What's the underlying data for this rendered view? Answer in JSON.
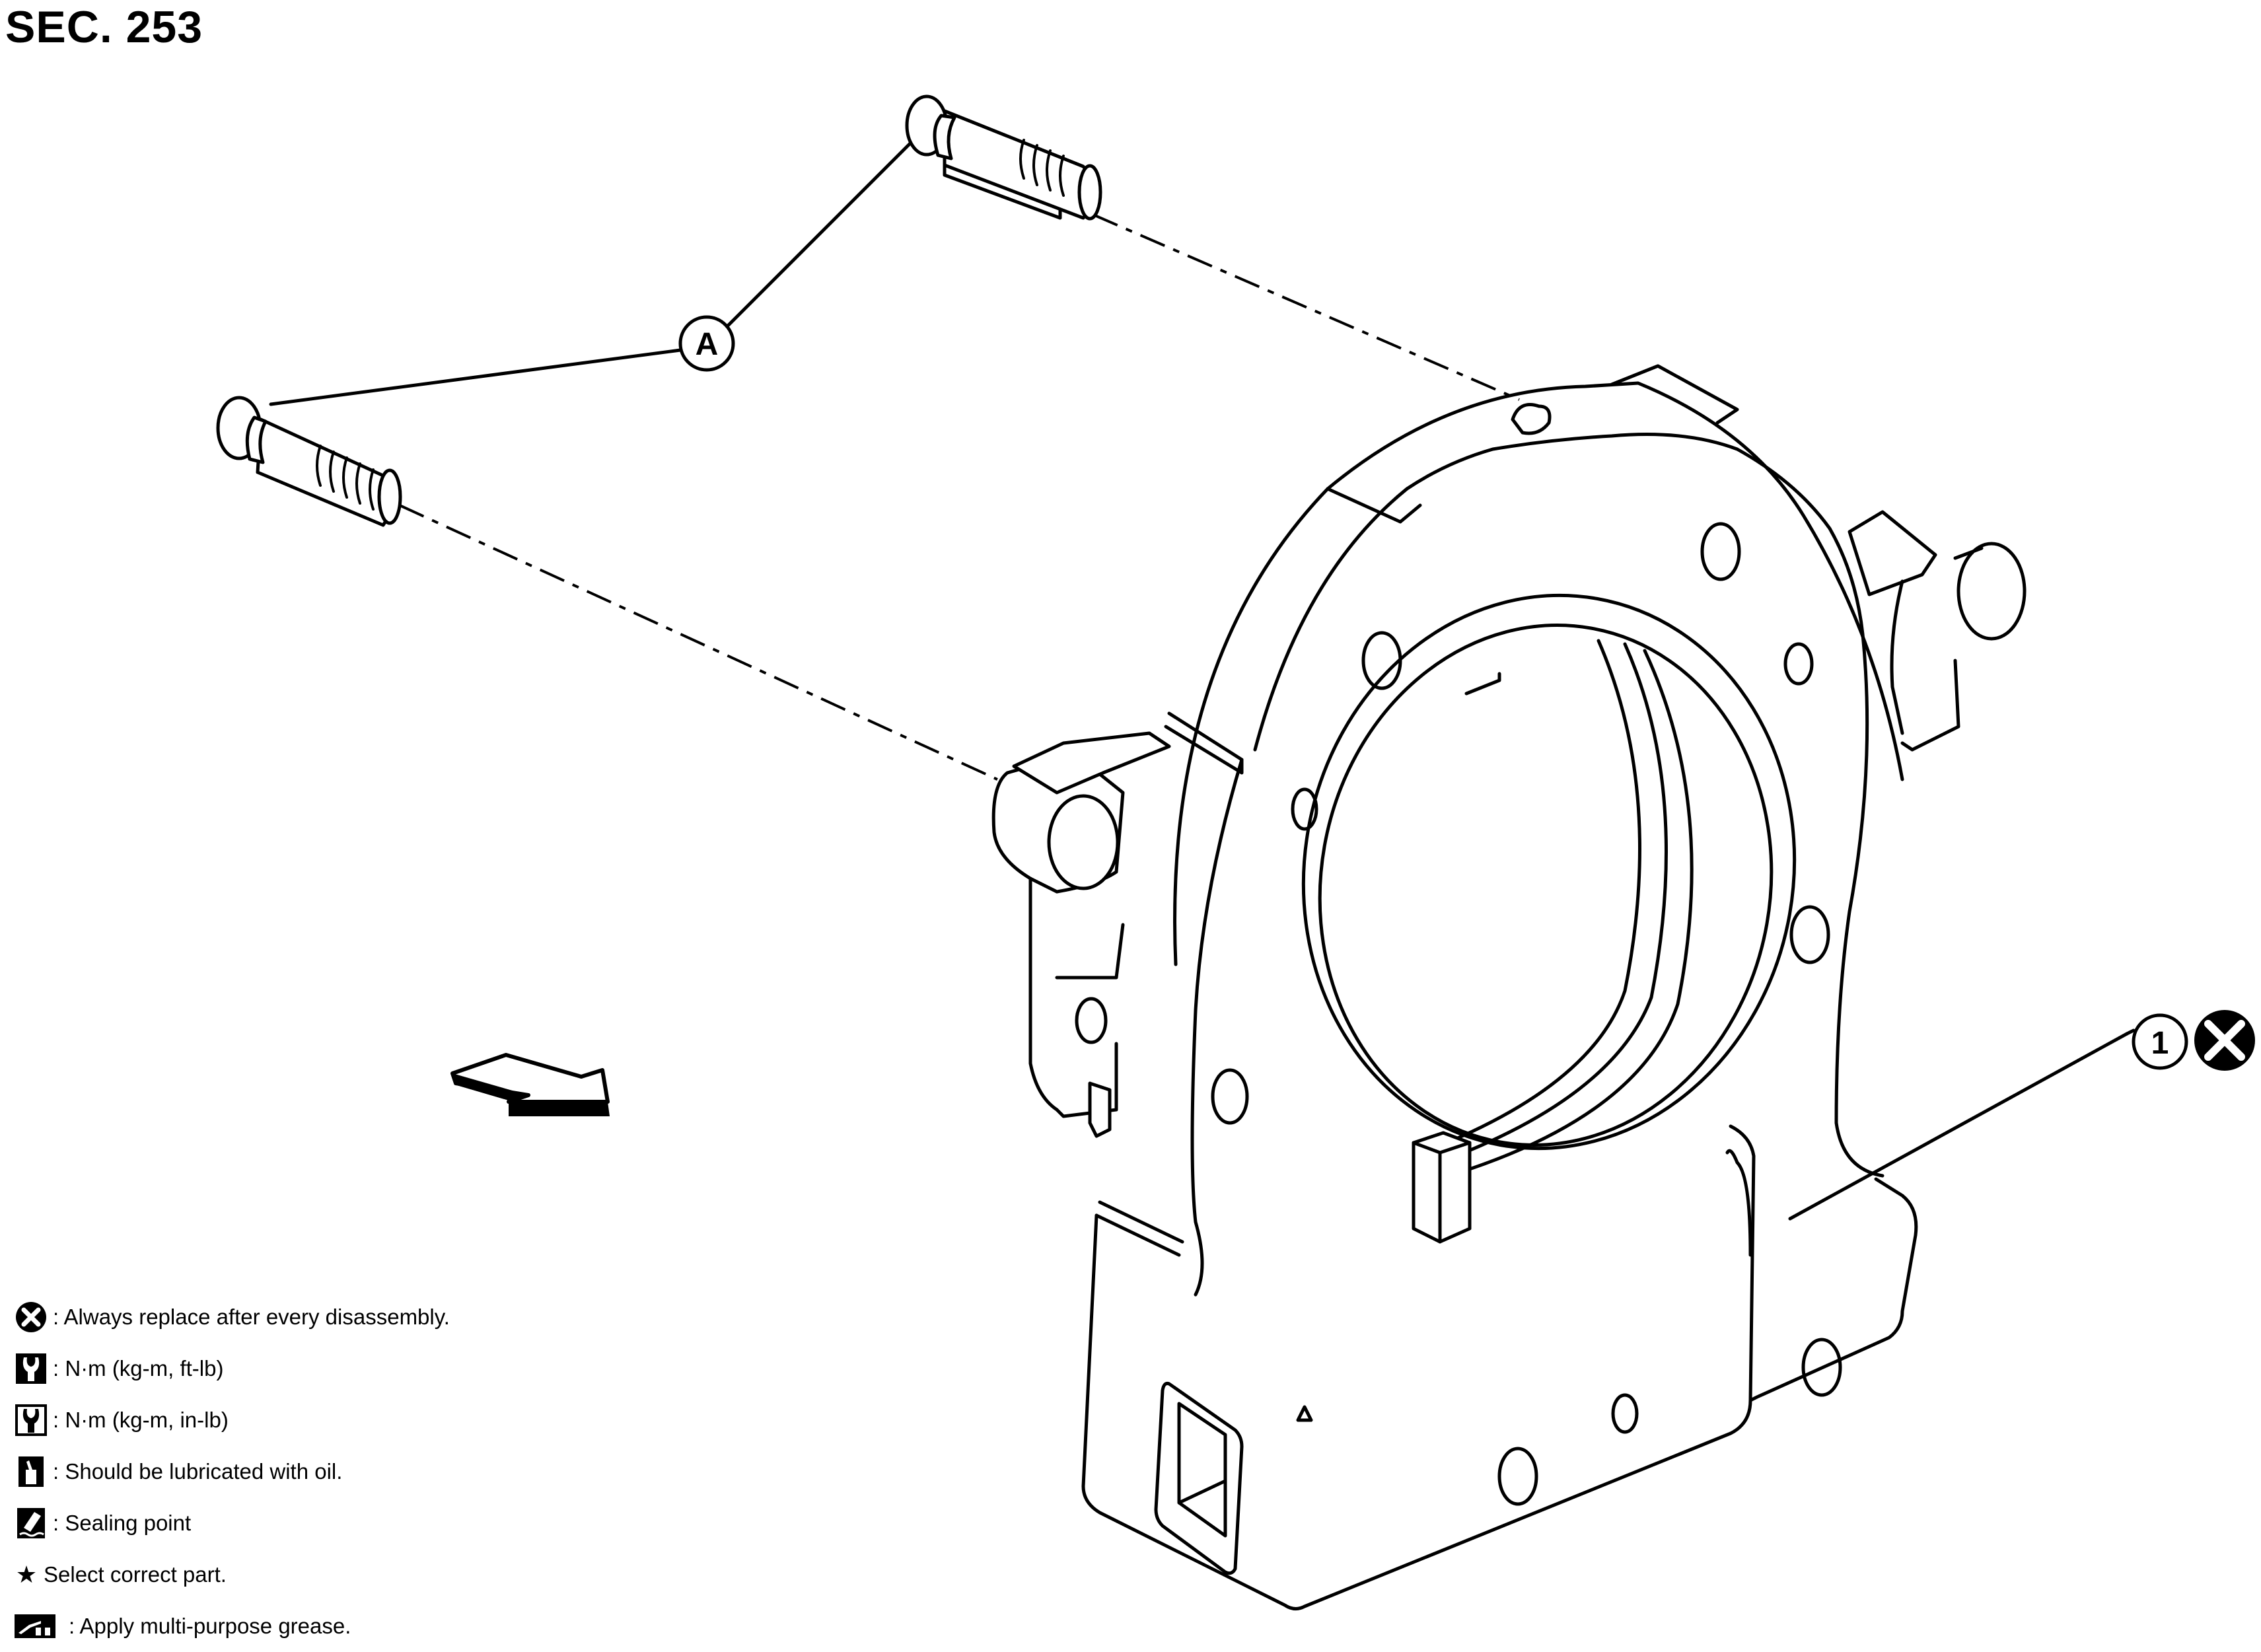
{
  "header": {
    "section": "SEC. 253"
  },
  "callouts": {
    "bolt_label": "A",
    "part_label": "1",
    "part_symbol": "always-replace-icon"
  },
  "legend": [
    {
      "icon": "always-replace-icon",
      "text": ": Always replace after every disassembly."
    },
    {
      "icon": "torque-ft-lb-icon",
      "text": ": N·m (kg-m, ft-lb)"
    },
    {
      "icon": "torque-in-lb-icon",
      "text": ": N·m (kg-m, in-lb)"
    },
    {
      "icon": "oil-can-icon",
      "text": ": Should be lubricated with oil."
    },
    {
      "icon": "sealant-icon",
      "text": ": Sealing point"
    },
    {
      "icon": "star-icon",
      "glyph": "★",
      "text": "Select correct part."
    },
    {
      "icon": "grease-gun-icon",
      "text": ": Apply multi-purpose grease."
    }
  ],
  "colors": {
    "line": "#000000",
    "background": "#ffffff"
  }
}
